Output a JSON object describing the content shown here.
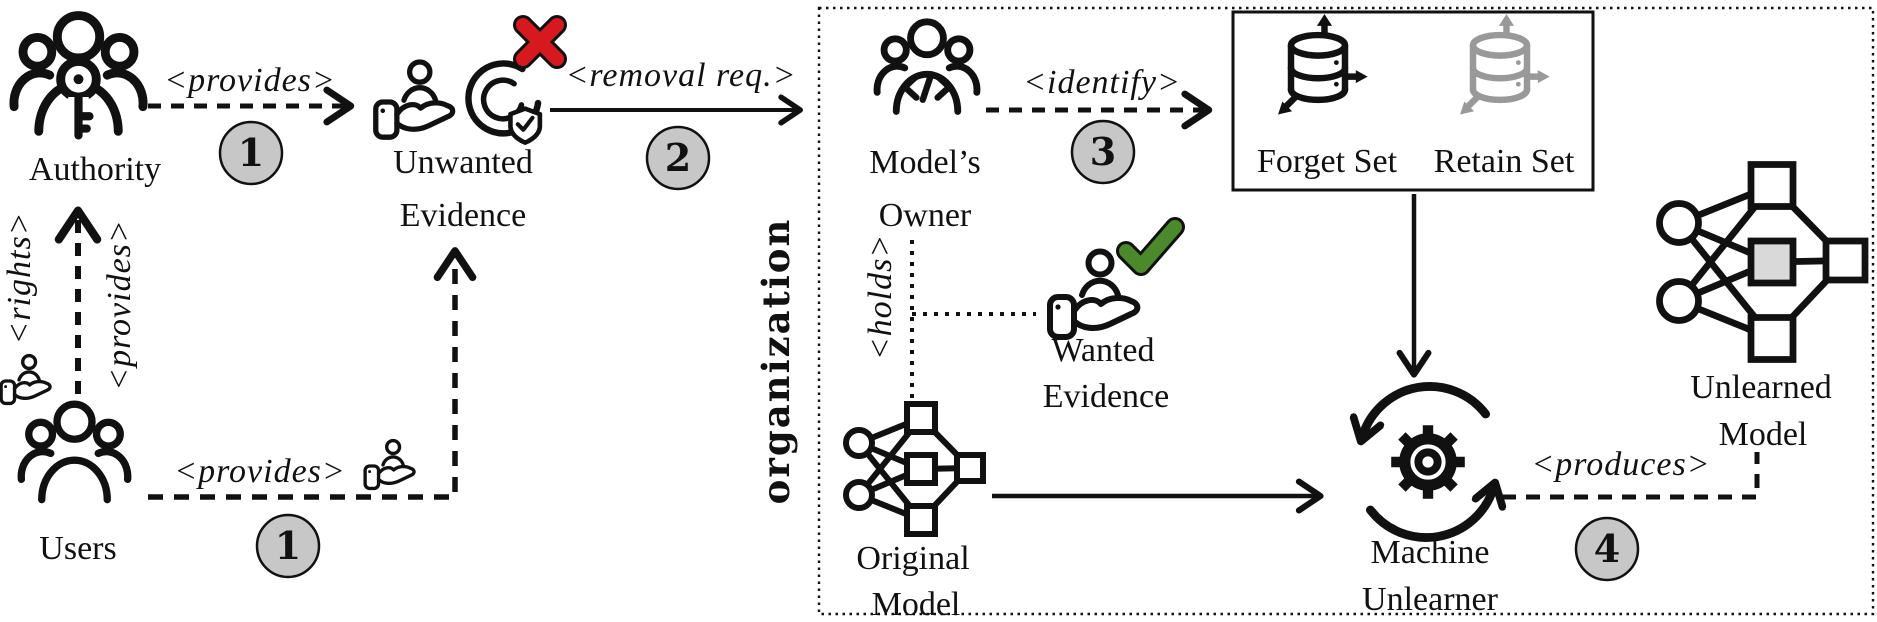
{
  "container": {
    "label": "organization"
  },
  "nodes": {
    "authority": {
      "label": "Authority",
      "icon": "people-group-with-key"
    },
    "users": {
      "label": "Users",
      "icon": "people-group"
    },
    "unwanted_evidence": {
      "line1": "Unwanted",
      "line2": "Evidence",
      "icon": "hand-holding-evidence",
      "badge": "red-cross"
    },
    "models_owner": {
      "line1": "Model’s",
      "line2": "Owner",
      "icon": "people-group-with-code"
    },
    "forget_set": {
      "label": "Forget Set",
      "icon": "database-dispersal"
    },
    "retain_set": {
      "label": "Retain Set",
      "icon": "database-dispersal-gray"
    },
    "wanted_evidence": {
      "line1": "Wanted",
      "line2": "Evidence",
      "icon": "hand-holding-evidence",
      "badge": "green-check"
    },
    "original_model": {
      "line1": "Original",
      "line2": "Model",
      "icon": "neural-network"
    },
    "machine_unlearner": {
      "line1": "Machine",
      "line2": "Unlearner",
      "icon": "gear-cycle"
    },
    "unlearned_model": {
      "line1": "Unlearned",
      "line2": "Model",
      "icon": "neural-network-gray-hidden"
    }
  },
  "edges": {
    "authority_provides": {
      "label": "<provides>",
      "step": "1"
    },
    "users_provides": {
      "label": "<provides>",
      "step": "1"
    },
    "users_rights": {
      "label": "<rights>"
    },
    "users_provides_to_authority": {
      "label": "<provides>"
    },
    "removal_request": {
      "label": "<removal req.>",
      "step": "2"
    },
    "identify": {
      "label": "<identify>",
      "step": "3"
    },
    "holds": {
      "label": "<holds>"
    },
    "produces": {
      "label": "<produces>",
      "step": "4"
    }
  },
  "colors": {
    "ink": "#111111",
    "cross_red": "#d6181f",
    "check_green": "#4a8a2a",
    "step_fill": "#c7c7c7",
    "retain_gray": "#999999",
    "unlearned_hidden_fill": "#d9d9d9"
  }
}
